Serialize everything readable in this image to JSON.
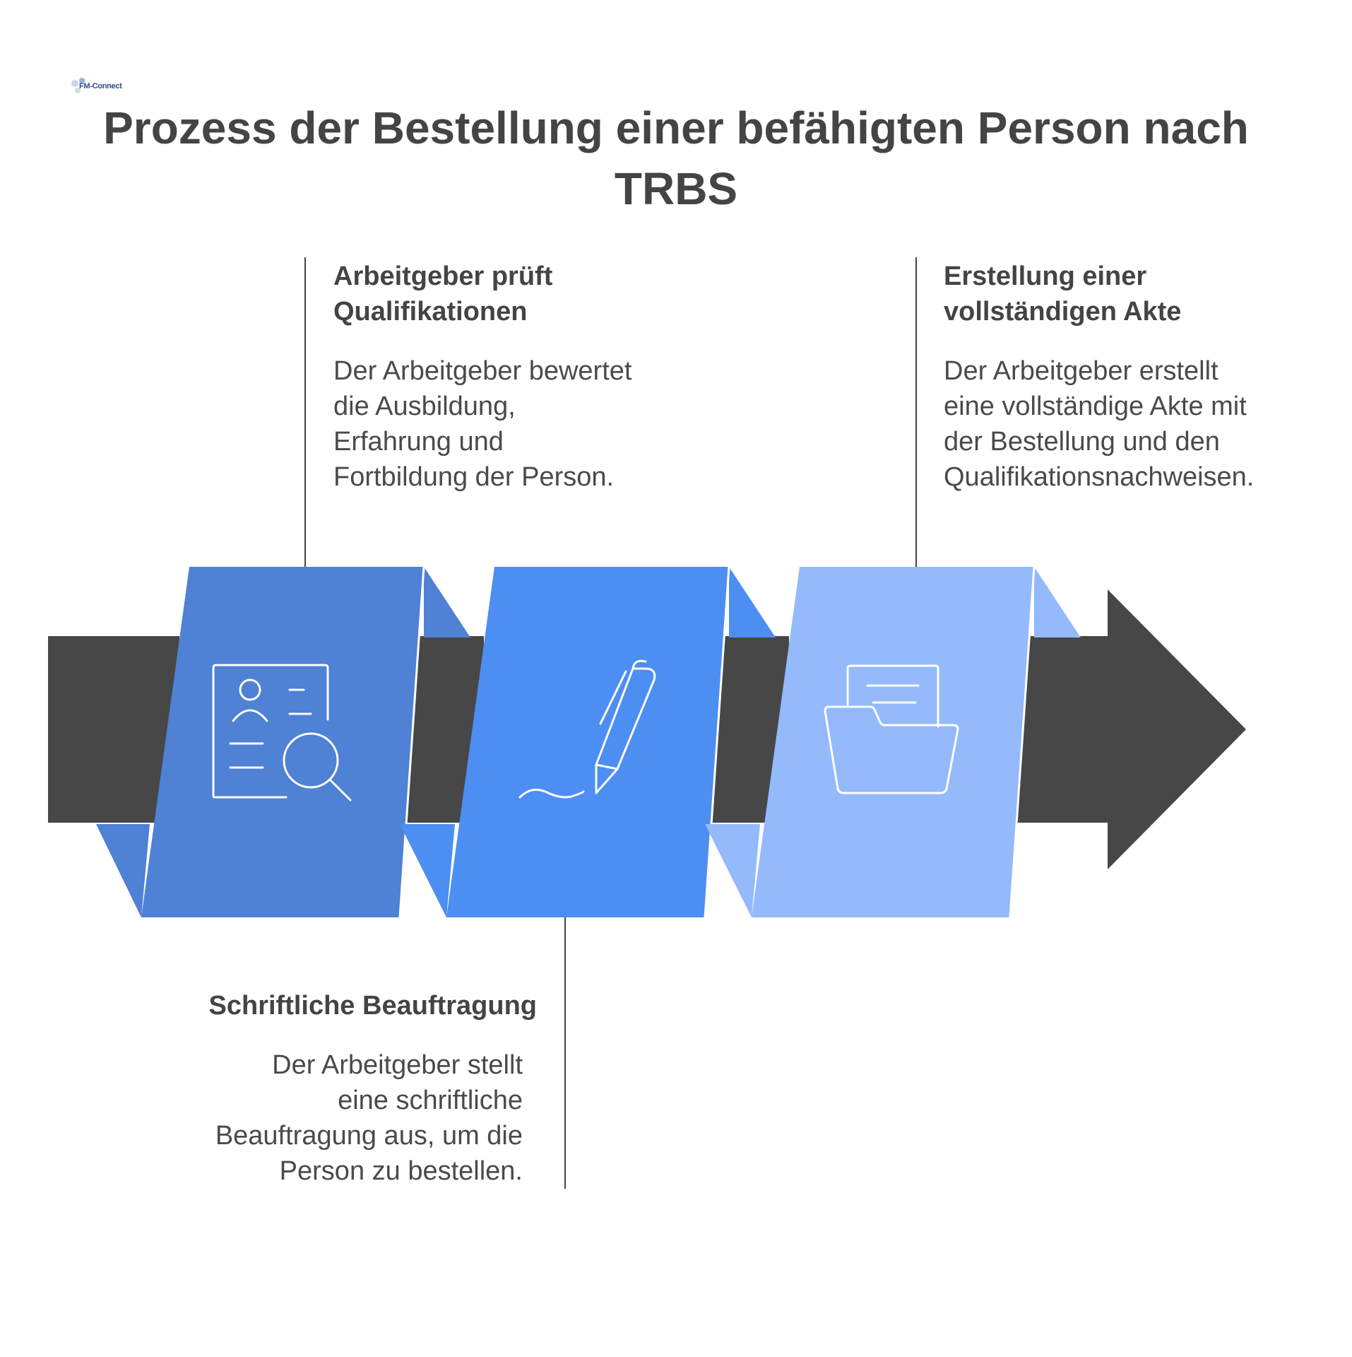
{
  "logo": {
    "text": "FM-Connect"
  },
  "title": "Prozess der Bestellung einer befähigten Person nach TRBS",
  "steps": [
    {
      "heading": "Arbeitgeber prüft\nQualifikationen",
      "body": "Der Arbeitgeber bewertet\ndie Ausbildung,\nErfahrung und\nFortbildung der Person.",
      "icon": "document-search-icon",
      "color": "#4f81d4"
    },
    {
      "heading": "Schriftliche Beauftragung",
      "body": "Der Arbeitgeber stellt\neine schriftliche\nBeauftragung aus, um die\nPerson zu bestellen.",
      "icon": "pen-signature-icon",
      "color": "#4d8ef2"
    },
    {
      "heading": "Erstellung einer\nvollständigen Akte",
      "body": "Der Arbeitgeber erstellt\neine vollständige Akte mit\nder Bestellung und den\nQualifikationsnachweisen.",
      "icon": "folder-document-icon",
      "color": "#94bafc"
    }
  ],
  "arrow_color": "#474747"
}
